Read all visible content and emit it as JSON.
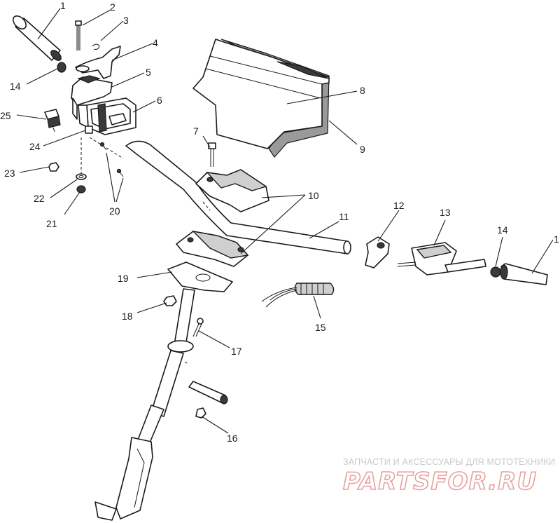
{
  "callouts": [
    {
      "id": "c1a",
      "text": "1"
    },
    {
      "id": "c2",
      "text": "2"
    },
    {
      "id": "c3",
      "text": "3"
    },
    {
      "id": "c4",
      "text": "4"
    },
    {
      "id": "c5",
      "text": "5"
    },
    {
      "id": "c6",
      "text": "6"
    },
    {
      "id": "c7",
      "text": "7"
    },
    {
      "id": "c8",
      "text": "8"
    },
    {
      "id": "c9",
      "text": "9"
    },
    {
      "id": "c10",
      "text": "10"
    },
    {
      "id": "c11",
      "text": "11"
    },
    {
      "id": "c12",
      "text": "12"
    },
    {
      "id": "c13",
      "text": "13"
    },
    {
      "id": "c14a",
      "text": "14"
    },
    {
      "id": "c14b",
      "text": "14"
    },
    {
      "id": "c1b",
      "text": "1"
    },
    {
      "id": "c15",
      "text": "15"
    },
    {
      "id": "c16",
      "text": "16"
    },
    {
      "id": "c17",
      "text": "17"
    },
    {
      "id": "c18",
      "text": "18"
    },
    {
      "id": "c19",
      "text": "19"
    },
    {
      "id": "c20",
      "text": "20"
    },
    {
      "id": "c21",
      "text": "21"
    },
    {
      "id": "c22",
      "text": "22"
    },
    {
      "id": "c23",
      "text": "23"
    },
    {
      "id": "c24",
      "text": "24"
    },
    {
      "id": "c25",
      "text": "25"
    }
  ],
  "watermark": {
    "tagline": "ЗАПЧАСТИ И АКСЕССУАРЫ ДЛЯ МОТОТЕХНИКИ",
    "logo": "PARTSFOR.RU"
  }
}
